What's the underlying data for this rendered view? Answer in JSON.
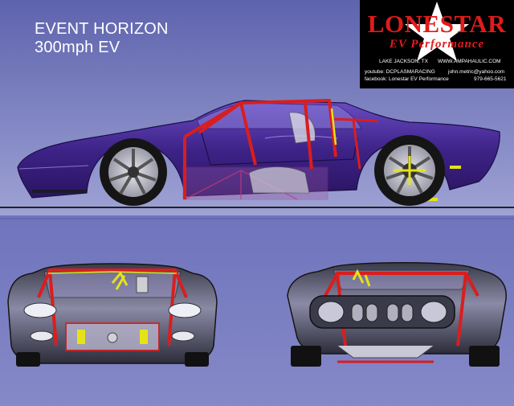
{
  "title_line1": "EVENT HORIZON",
  "title_line2": "300mph EV",
  "logo": {
    "brand": "LONESTAR",
    "subtitle": "EV Performance",
    "location": "LAKE JACKSON, TX",
    "website": "WWW.AMPAHAULIC.COM",
    "youtube": "youtube: DCPLASMARACING",
    "email": "john.metric@yahoo.com",
    "facebook": "facebook: Lonestar EV Performance",
    "phone": "979-665-5621"
  },
  "colors": {
    "background": "#6e72b8",
    "car_body": "#4a2a96",
    "roll_cage": "#d91e1e",
    "accent": "#e6e21a",
    "logo_red": "#e21b1b"
  }
}
